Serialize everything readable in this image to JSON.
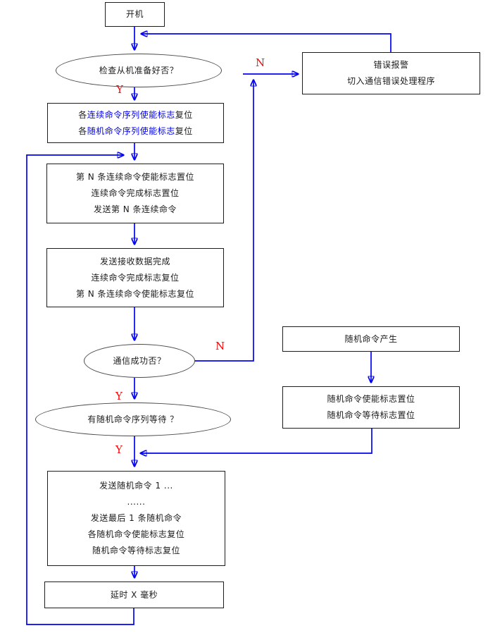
{
  "diagram": {
    "type": "flowchart",
    "language": "zh-CN",
    "colors": {
      "connector": "#0202f2",
      "branch_label": "#fb0606",
      "highlight_text": "#0202e8",
      "node_text": "#1c1c1c",
      "rect_border": "#1d1d1d",
      "ellipse_border": "#4a4a4a",
      "background": "#ffffff"
    },
    "nodes": {
      "power_on": {
        "shape": "rect",
        "label": "开机"
      },
      "check_slave_ready": {
        "shape": "ellipse",
        "label": "检查从机准备好否？"
      },
      "reset_enable_flags": {
        "shape": "rect",
        "lines": [
          {
            "pre": "各",
            "highlight": "连续命令序列使能标志",
            "post": "复位"
          },
          {
            "pre": "各",
            "highlight": "随机命令序列使能标志",
            "post": "复位"
          }
        ]
      },
      "send_nth_continuous": {
        "shape": "rect",
        "lines": [
          "第 N 条连续命令使能标志置位",
          "连续命令完成标志置位",
          "发送第 N 条连续命令"
        ]
      },
      "send_receive_done": {
        "shape": "rect",
        "lines": [
          "发送接收数据完成",
          "连续命令完成标志复位",
          "第 N 条连续命令使能标志复位"
        ]
      },
      "comm_success": {
        "shape": "ellipse",
        "label": "通信成功否？"
      },
      "random_queue_waiting": {
        "shape": "ellipse",
        "label": "有随机命令序列等待 ？"
      },
      "send_random_commands": {
        "shape": "rect",
        "lines": [
          "发送随机命令 1 ...",
          "......",
          "发送最后 1 条随机命令",
          "各随机命令使能标志复位",
          "随机命令等待标志复位"
        ]
      },
      "delay": {
        "shape": "rect",
        "label": "延时 X 毫秒"
      },
      "error_alarm": {
        "shape": "rect",
        "lines": [
          "错误报警",
          "切入通信错误处理程序"
        ]
      },
      "random_command_generated": {
        "shape": "rect",
        "label": "随机命令产生"
      },
      "random_set_flags": {
        "shape": "rect",
        "lines": [
          "随机命令使能标志置位",
          "随机命令等待标志置位"
        ]
      }
    },
    "edge_labels": {
      "check_yes": "Y",
      "check_no": "N",
      "comm_yes": "Y",
      "comm_no": "N",
      "wait_yes": "Y"
    }
  }
}
